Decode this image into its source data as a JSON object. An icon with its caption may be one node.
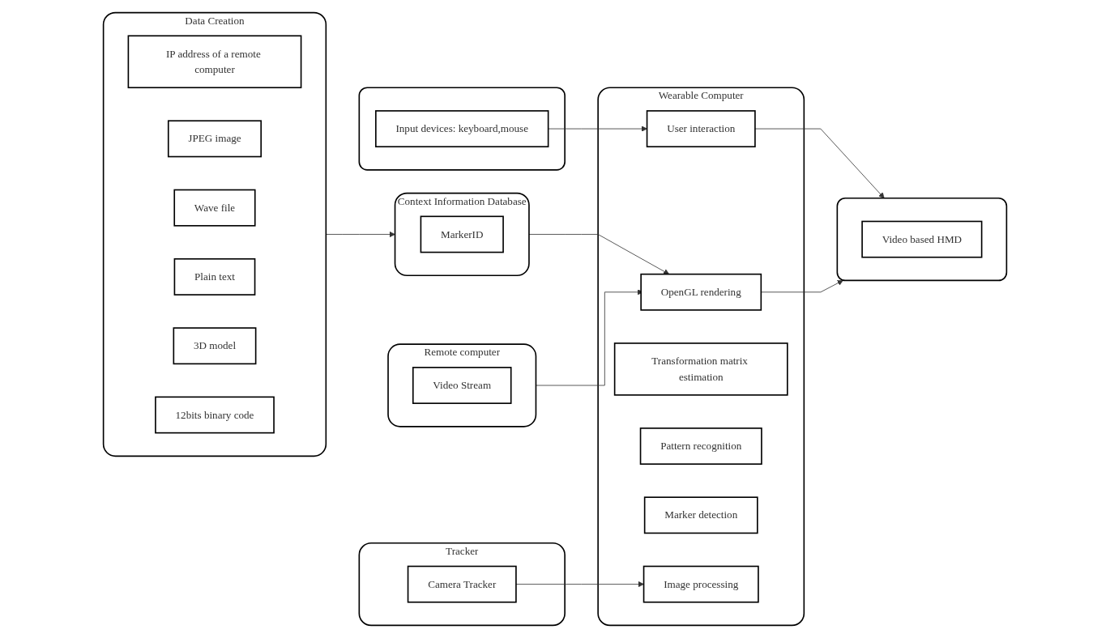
{
  "diagram": {
    "nodes": [
      {
        "text": [
          "Data Creation"
        ]
      },
      {
        "text": [
          "IP address of a remote computer"
        ],
        "in": 0
      },
      {
        "text": [
          "JPEG image"
        ],
        "in": 0
      },
      {
        "text": [
          "Wave file"
        ],
        "in": 0
      },
      {
        "text": [
          "Plain text"
        ],
        "in": 0
      },
      {
        "text": [
          "3D model"
        ],
        "in": 0
      },
      {
        "text": [
          "12bits binary code"
        ],
        "in": 0
      },
      {
        "text": [],
        "shape": "box"
      },
      {
        "text": [
          "Input devices: keyboard,mouse"
        ],
        "in": 7
      },
      {
        "text": [
          "Context Information Database"
        ]
      },
      {
        "text": [
          "MarkerID"
        ],
        "in": 9
      },
      {
        "text": [],
        "shape": "box"
      },
      {
        "text": [
          "Video based HMD"
        ],
        "in": 11
      },
      {
        "text": [
          "Wearable Computer"
        ]
      },
      {
        "text": [
          "User interaction"
        ],
        "in": 13
      },
      {
        "text": [
          "OpenGL rendering"
        ],
        "in": 13
      },
      {
        "text": [
          "Transformation matrix estimation"
        ],
        "in": 13
      },
      {
        "text": [
          "Pattern recognition"
        ],
        "in": 13
      },
      {
        "text": [
          "Marker detection"
        ],
        "in": 13
      },
      {
        "text": [
          "Image processing"
        ],
        "in": 13
      },
      {
        "text": [
          "Remote computer"
        ]
      },
      {
        "text": [
          "Video Stream"
        ],
        "in": 20
      },
      {
        "text": [
          "Tracker"
        ]
      },
      {
        "text": [
          "Camera Tracker"
        ],
        "in": 22
      }
    ],
    "edges": [
      {
        "from": 0,
        "to": 9,
        "arrow": "to"
      },
      {
        "from": 8,
        "to": 14,
        "arrow": "to"
      },
      {
        "from": 9,
        "to": 15,
        "arrow": "to"
      },
      {
        "from": 14,
        "to": 11,
        "arrow": "to"
      },
      {
        "from": 15,
        "to": 11,
        "arrow": "to"
      },
      {
        "from": 20,
        "to": 15,
        "arrow": "to"
      },
      {
        "from": 23,
        "to": 19,
        "arrow": "to"
      }
    ]
  }
}
